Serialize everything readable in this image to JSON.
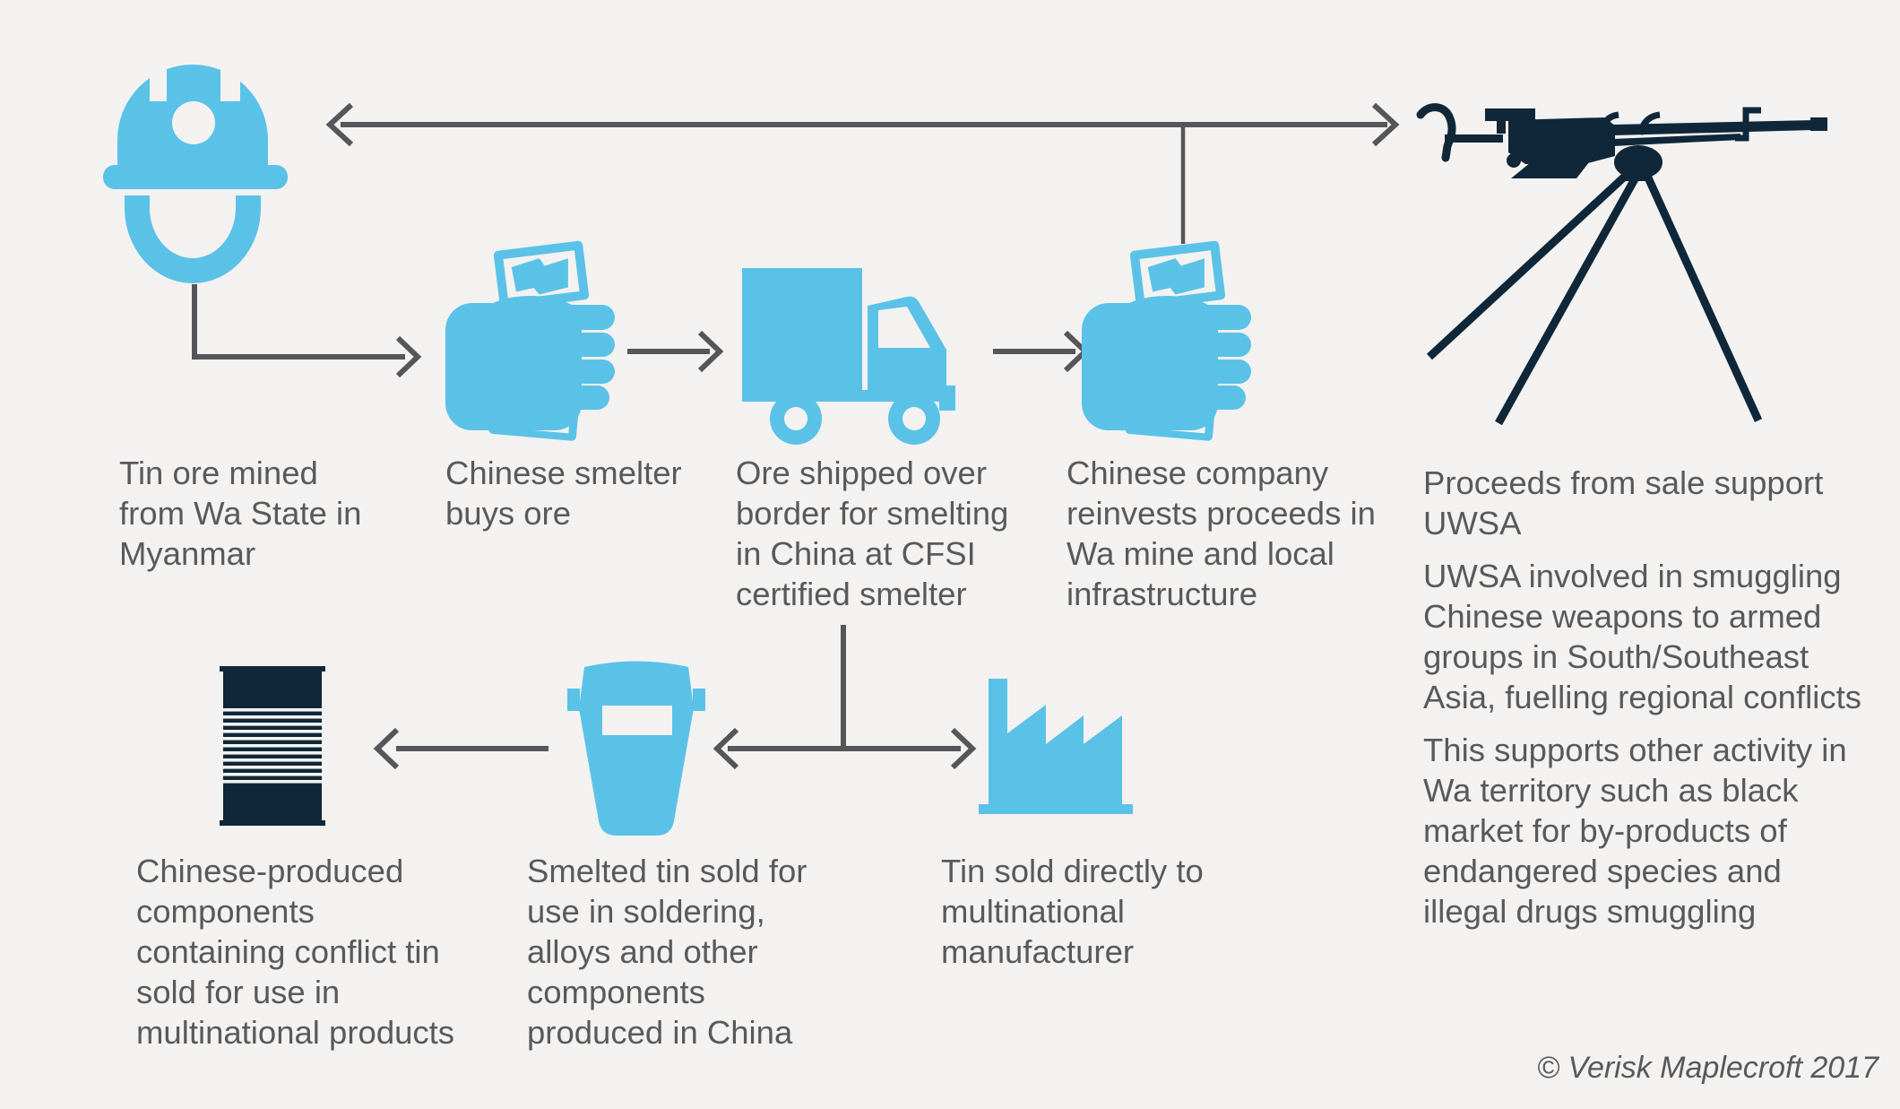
{
  "colors": {
    "background": "#f3f2f0",
    "accent_blue": "#5bc2e7",
    "dark_navy": "#0f2739",
    "arrow_gray": "#54565a",
    "text_gray": "#58595b"
  },
  "icons": {
    "miner": "miner-hard-hat-icon",
    "money_hand_1": "hand-holding-cash-icon",
    "truck": "delivery-truck-icon",
    "money_hand_2": "hand-holding-cash-icon",
    "machine_gun": "machine-gun-tripod-icon",
    "tin_can": "tin-can-icon",
    "welding_mask": "welding-mask-icon",
    "factory": "factory-icon"
  },
  "captions": {
    "mine": "Tin ore mined\nfrom Wa State in\nMyanmar",
    "smelter_buys": "Chinese smelter\nbuys ore",
    "ore_shipped": "Ore shipped over\nborder for smelting\nin China at CFSI\ncertified smelter",
    "reinvest": "Chinese company\nreinvests proceeds in\nWa mine and local\ninfrastructure",
    "components": "Chinese-produced\ncomponents\ncontaining conflict tin\nsold for use in\nmultinational products",
    "smelted": "Smelted tin sold for\nuse in soldering,\nalloys and other\ncomponents\nproduced in China",
    "tin_direct": "Tin sold directly to\nmultinational\nmanufacturer"
  },
  "uwsa_notes": {
    "p1": "Proceeds from sale support\nUWSA",
    "p2": "UWSA involved in smuggling\nChinese weapons to armed\ngroups in South/Southeast\nAsia, fuelling regional conflicts",
    "p3": "This supports other activity in\nWa territory such as black\nmarket for by-products of\nendangered species and\nillegal drugs smuggling"
  },
  "footer": {
    "copyright": "© Verisk Maplecroft 2017"
  }
}
